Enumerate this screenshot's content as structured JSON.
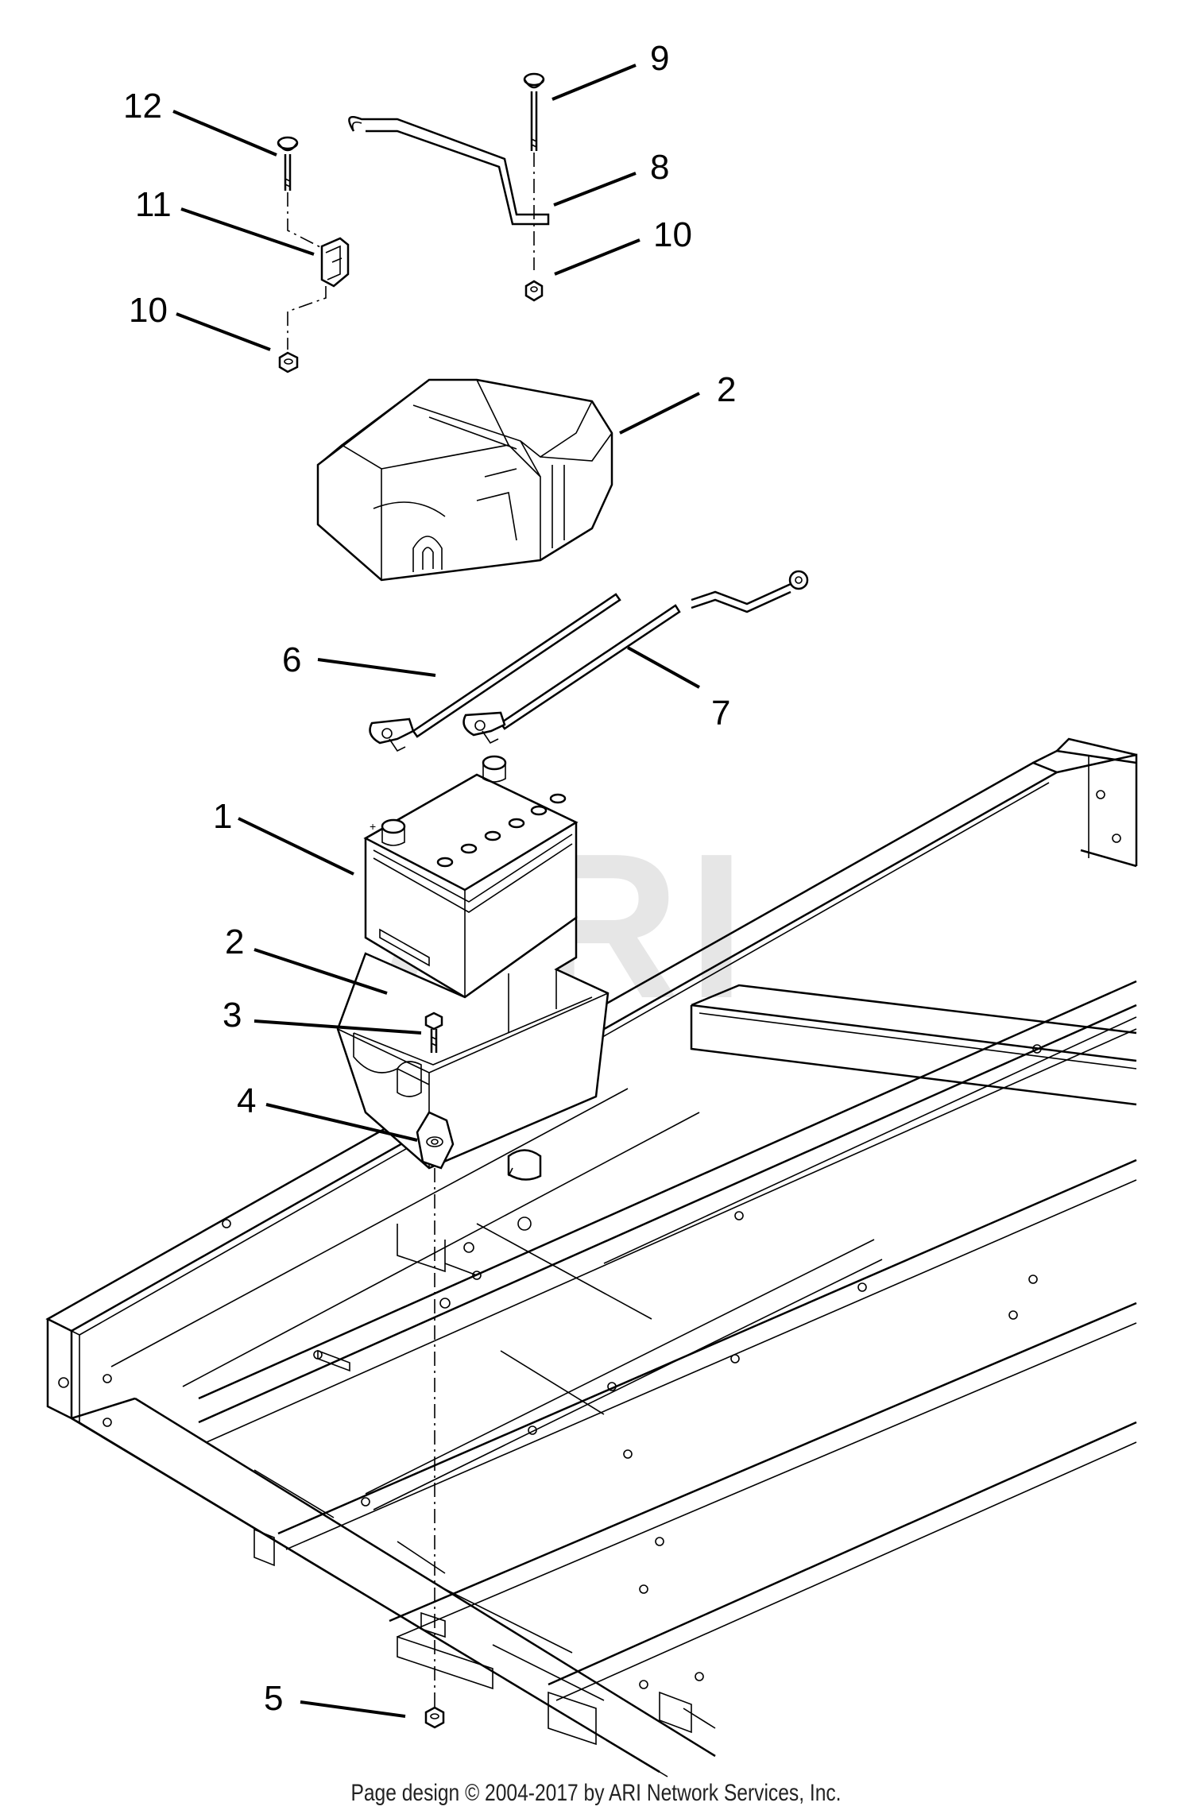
{
  "watermark": "ARI",
  "footer": "Page design © 2004-2017 by ARI Network Services, Inc.",
  "callouts": [
    {
      "id": "c12",
      "label": "12"
    },
    {
      "id": "c11",
      "label": "11"
    },
    {
      "id": "c10a",
      "label": "10"
    },
    {
      "id": "c9",
      "label": "9"
    },
    {
      "id": "c8",
      "label": "8"
    },
    {
      "id": "c10b",
      "label": "10"
    },
    {
      "id": "c2a",
      "label": "2"
    },
    {
      "id": "c6",
      "label": "6"
    },
    {
      "id": "c7",
      "label": "7"
    },
    {
      "id": "c1",
      "label": "1"
    },
    {
      "id": "c2b",
      "label": "2"
    },
    {
      "id": "c3",
      "label": "3"
    },
    {
      "id": "c4",
      "label": "4"
    },
    {
      "id": "c5",
      "label": "5"
    }
  ]
}
